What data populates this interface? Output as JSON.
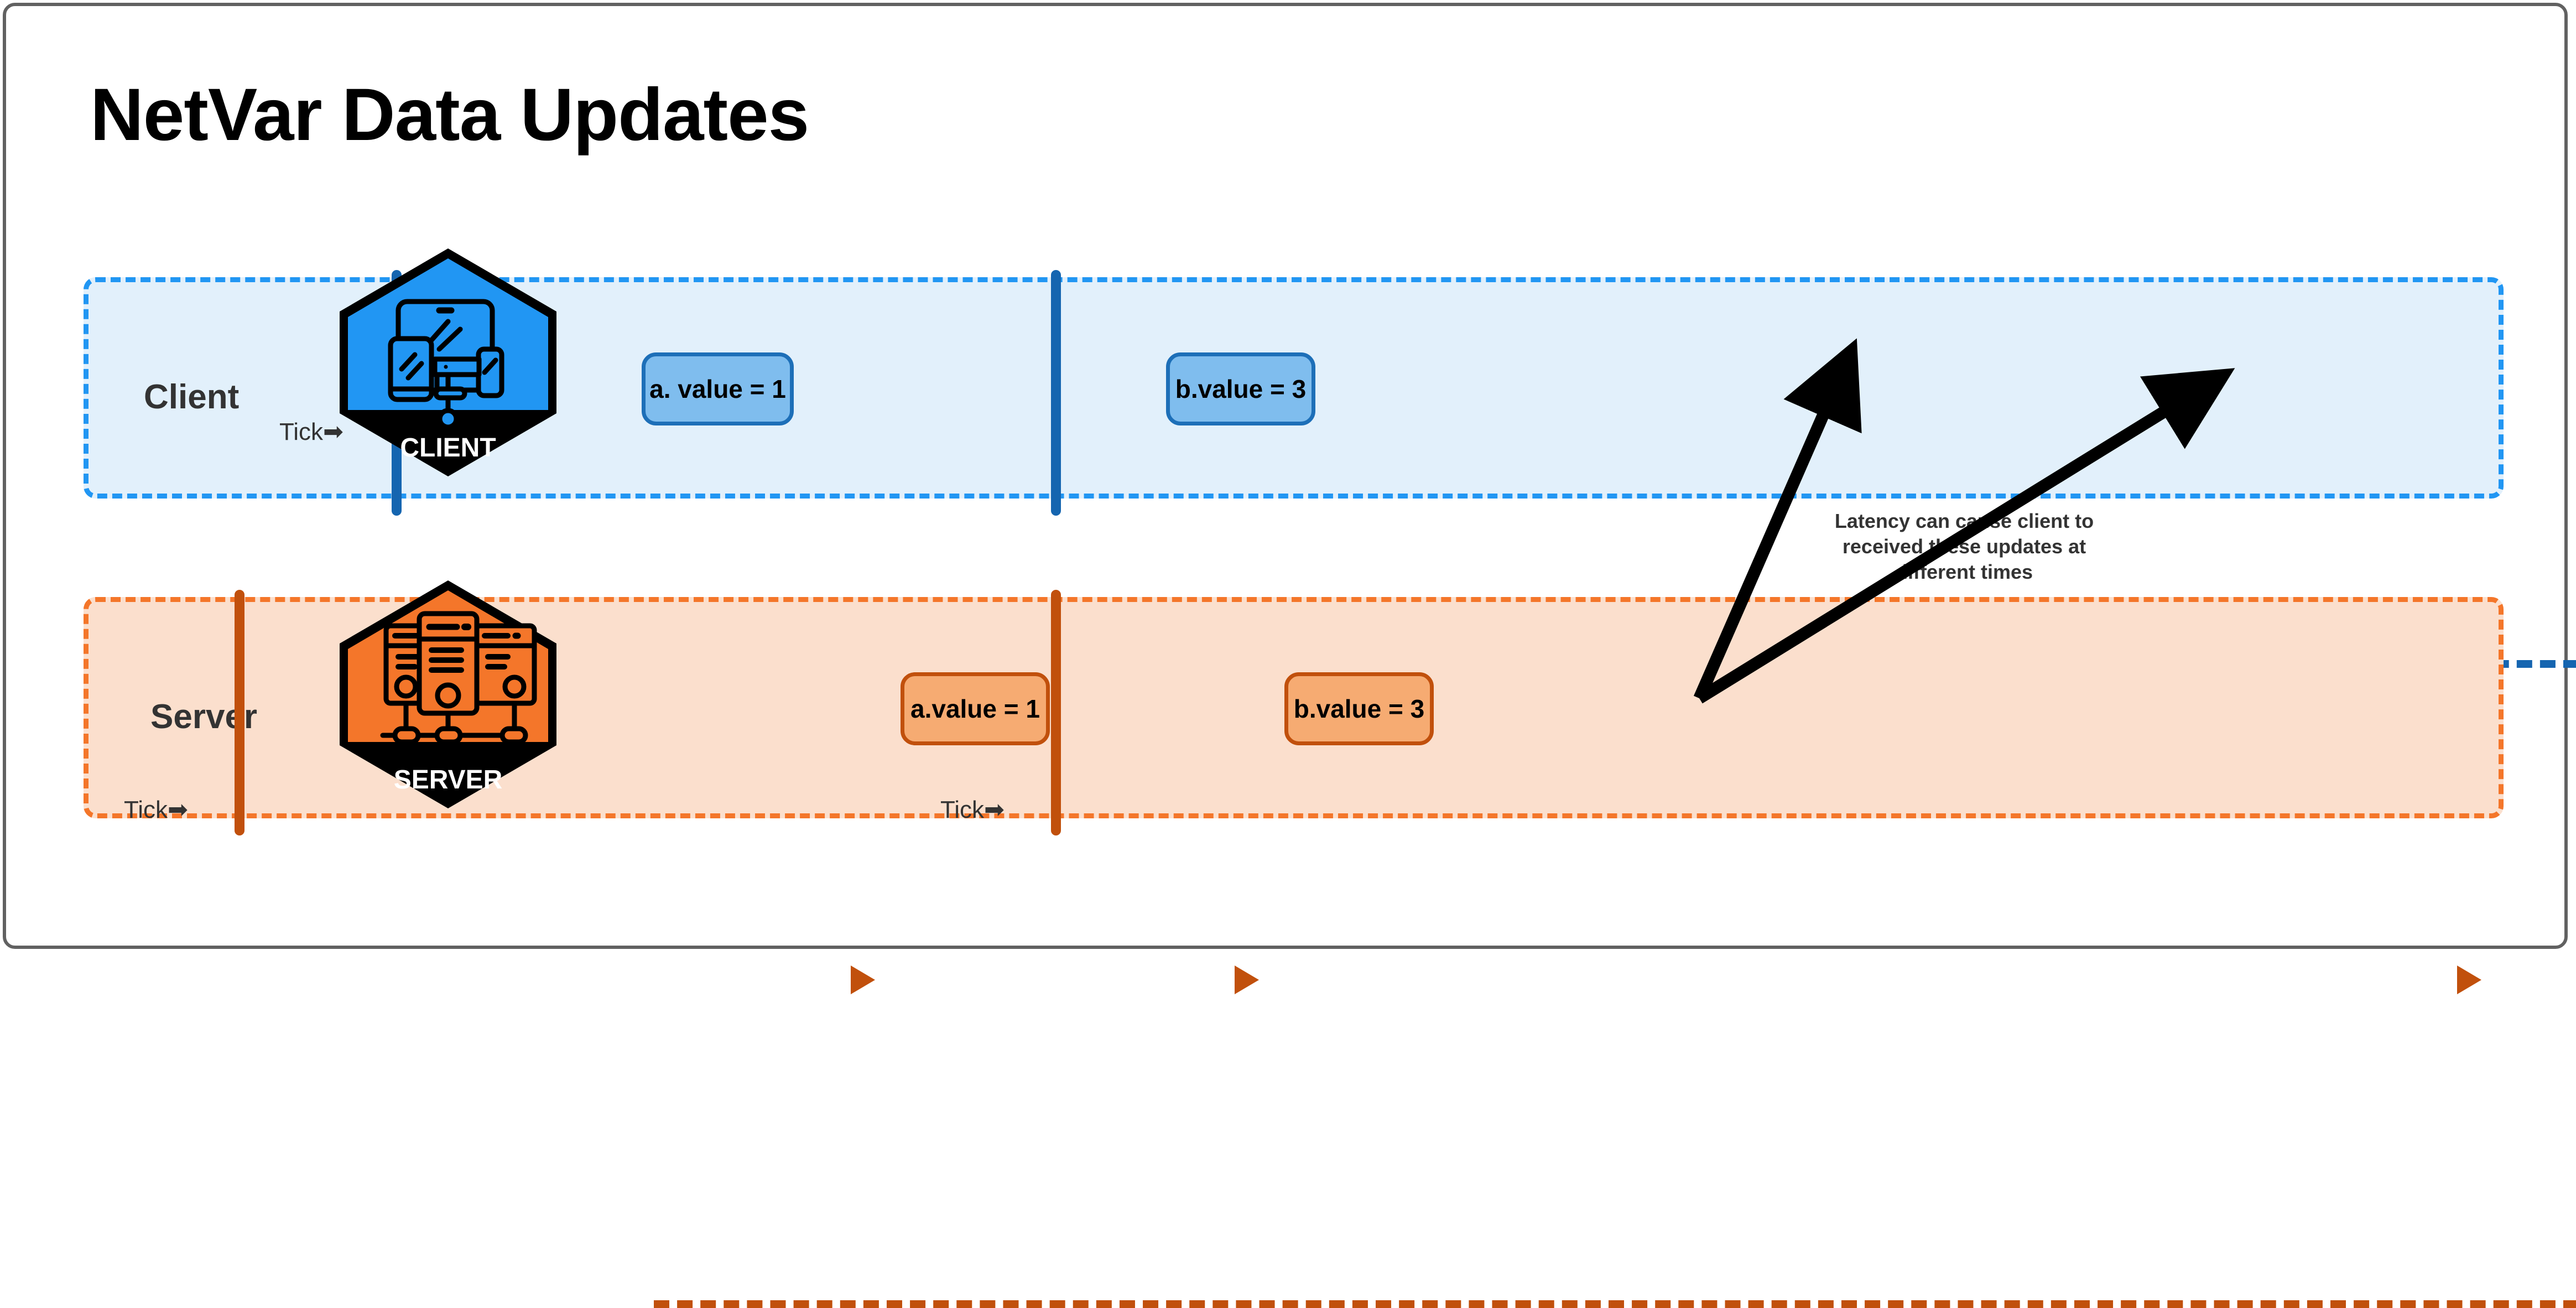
{
  "page": {
    "title": "NetVar Data Updates",
    "frame_border_color": "#616161",
    "background": "#ffffff"
  },
  "lanes": [
    {
      "id": "client",
      "label": "Client",
      "fill": "#E2F0FB",
      "border": "#2196F3",
      "timeline_color": "#1565B0",
      "badge": {
        "caption": "CLIENT",
        "icon": "devices-icon",
        "fill": "#2196F3",
        "outline": "#000000"
      },
      "ticks": [
        {
          "label": "Tick",
          "arrow": "➡",
          "has_label": true
        },
        {
          "label": "",
          "arrow": "",
          "has_label": false
        }
      ],
      "boxes": [
        {
          "text": "a. value = 1"
        },
        {
          "text": "b.value = 3"
        }
      ]
    },
    {
      "id": "server",
      "label": "Server",
      "fill": "#FBDFCD",
      "border": "#F4762A",
      "timeline_color": "#C1500C",
      "badge": {
        "caption": "SERVER",
        "icon": "server-rack-icon",
        "fill": "#F4762A",
        "outline": "#000000"
      },
      "ticks": [
        {
          "label": "Tick",
          "arrow": "➡",
          "has_label": true
        },
        {
          "label": "Tick",
          "arrow": "➡",
          "has_label": true
        }
      ],
      "boxes": [
        {
          "text": "a.value = 1"
        },
        {
          "text": "b.value = 3"
        }
      ]
    }
  ],
  "annotation": {
    "line1": "Latency can cause client to",
    "line2": "received these updates at",
    "line3": "different times",
    "color": "#333333"
  }
}
